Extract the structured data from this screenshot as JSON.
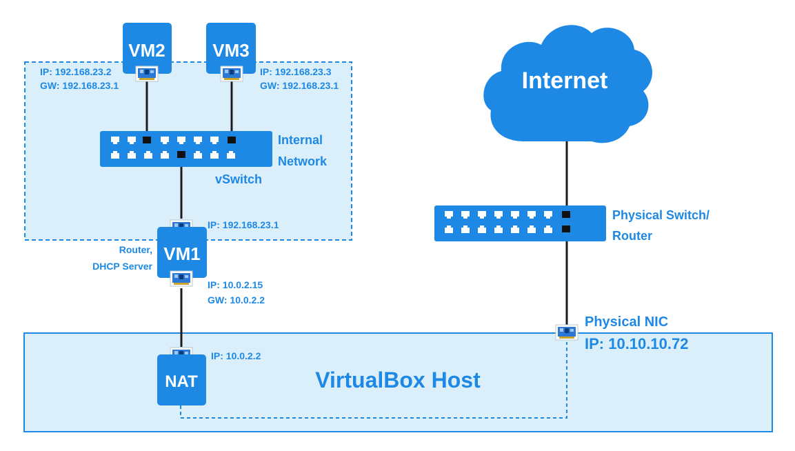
{
  "colors": {
    "accent": "#1e88e5",
    "zone_fill": "#dbeffb",
    "wire": "#1c1c1c"
  },
  "vm2": {
    "title": "VM2",
    "ip": "IP: 192.168.23.2",
    "gw": "GW: 192.168.23.1"
  },
  "vm3": {
    "title": "VM3",
    "ip": "IP:  192.168.23.3",
    "gw": "GW: 192.168.23.1"
  },
  "vswitch": {
    "label_line1": "Internal",
    "label_line2": "Network",
    "name": "vSwitch"
  },
  "vm1": {
    "title": "VM1",
    "role_line1": "Router,",
    "role_line2": "DHCP Server",
    "internal_ip": "IP: 192.168.23.1",
    "external_ip": "IP:  10.0.2.15",
    "external_gw": "GW: 10.0.2.2"
  },
  "nat": {
    "title": "NAT",
    "ip": "IP: 10.0.2.2"
  },
  "host": {
    "title": "VirtualBox Host"
  },
  "physical_nic": {
    "label": "Physical NIC",
    "ip": "IP: 10.10.10.72"
  },
  "physical_switch": {
    "label_line1": "Physical Switch/",
    "label_line2": "Router"
  },
  "internet": {
    "label": "Internet"
  },
  "icons": [
    "network-card-icon",
    "network-switch-icon",
    "cloud-icon"
  ]
}
